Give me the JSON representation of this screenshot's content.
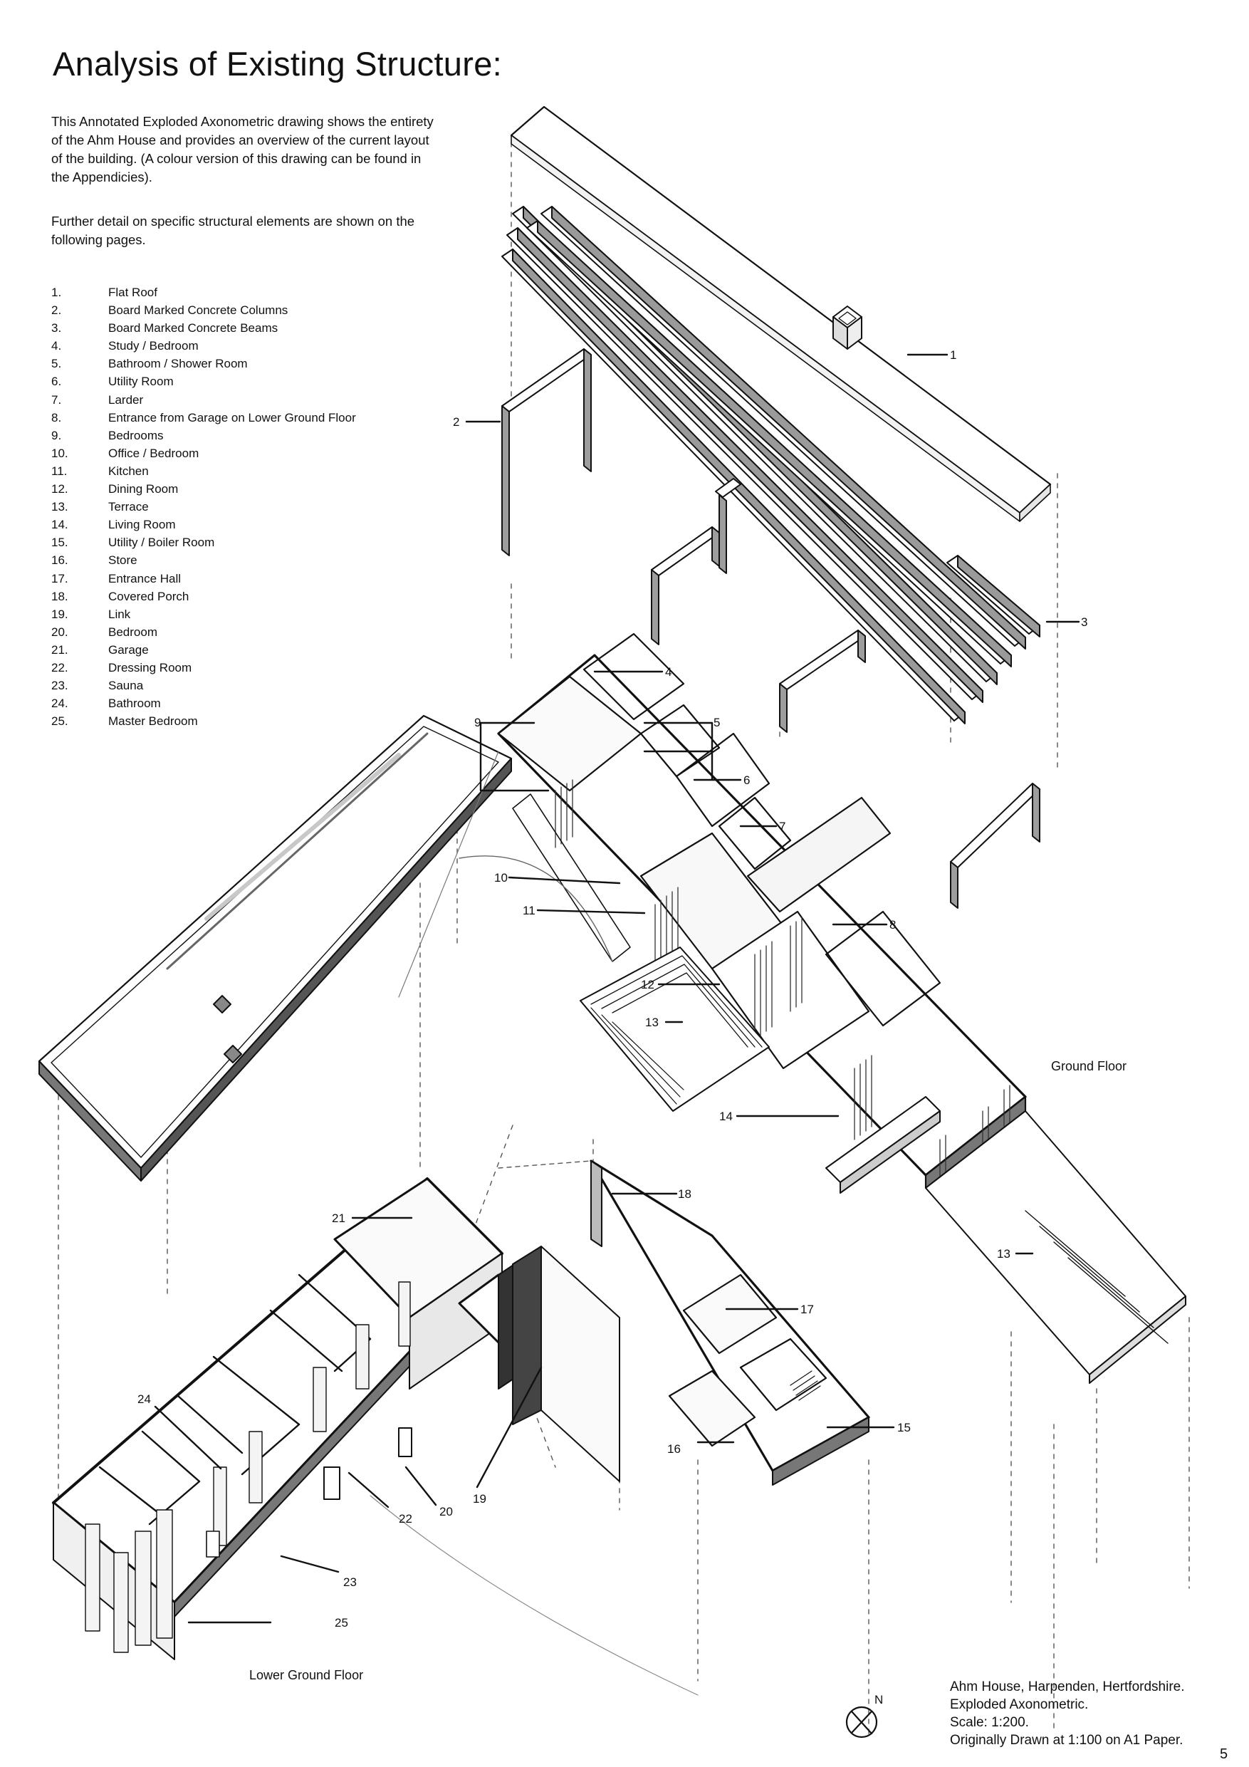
{
  "title": "Analysis of Existing Structure:",
  "intro": [
    "This Annotated Exploded Axonometric drawing shows the entirety of the Ahm House and provides an overview of the current layout of the building. (A colour version of this drawing can be found in the Appendicies).",
    "Further detail on specific structural elements are shown on the following pages."
  ],
  "legend": [
    {
      "num": "1.",
      "label": "Flat Roof"
    },
    {
      "num": "2.",
      "label": "Board Marked Concrete Columns"
    },
    {
      "num": "3.",
      "label": "Board Marked Concrete Beams"
    },
    {
      "num": "4.",
      "label": "Study / Bedroom"
    },
    {
      "num": "5.",
      "label": "Bathroom / Shower Room"
    },
    {
      "num": "6.",
      "label": "Utility Room"
    },
    {
      "num": "7.",
      "label": "Larder"
    },
    {
      "num": "8.",
      "label": "Entrance from Garage on Lower Ground Floor"
    },
    {
      "num": "9.",
      "label": "Bedrooms"
    },
    {
      "num": "10.",
      "label": "Office / Bedroom"
    },
    {
      "num": "11.",
      "label": "Kitchen"
    },
    {
      "num": "12.",
      "label": "Dining Room"
    },
    {
      "num": "13.",
      "label": "Terrace"
    },
    {
      "num": "14.",
      "label": "Living Room"
    },
    {
      "num": "15.",
      "label": "Utility / Boiler Room"
    },
    {
      "num": "16.",
      "label": "Store"
    },
    {
      "num": "17.",
      "label": "Entrance Hall"
    },
    {
      "num": "18.",
      "label": "Covered Porch"
    },
    {
      "num": "19.",
      "label": "Link"
    },
    {
      "num": "20.",
      "label": "Bedroom"
    },
    {
      "num": "21.",
      "label": "Garage"
    },
    {
      "num": "22.",
      "label": "Dressing Room"
    },
    {
      "num": "23.",
      "label": "Sauna"
    },
    {
      "num": "24.",
      "label": "Bathroom"
    },
    {
      "num": "25.",
      "label": "Master Bedroom"
    }
  ],
  "drawing": {
    "callouts": [
      "1",
      "2",
      "3",
      "4",
      "5",
      "6",
      "7",
      "8",
      "9",
      "10",
      "11",
      "12",
      "13",
      "13",
      "14",
      "15",
      "16",
      "17",
      "18",
      "19",
      "20",
      "21",
      "22",
      "23",
      "24",
      "25"
    ],
    "ground_floor_label": "Ground Floor",
    "lower_ground_floor_label": "Lower Ground Floor",
    "north_label": "N"
  },
  "caption": [
    "Ahm House, Harpenden, Hertfordshire.",
    "Exploded Axonometric.",
    "Scale: 1:200.",
    "Originally Drawn at 1:100 on A1 Paper."
  ],
  "page_number": "5"
}
